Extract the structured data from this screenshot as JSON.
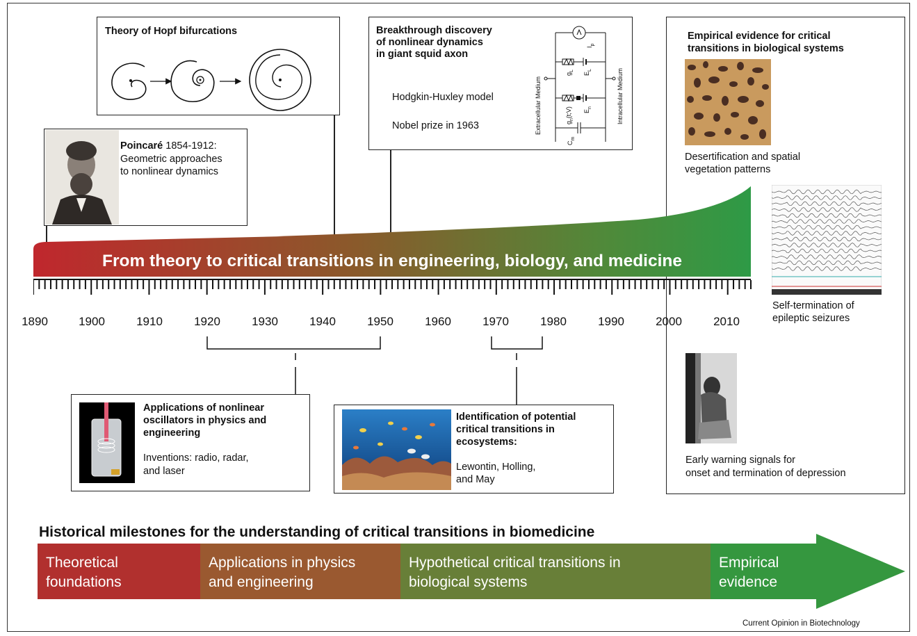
{
  "hopf": {
    "title": "Theory of Hopf bifurcations"
  },
  "poincare": {
    "name": "Poincaré",
    "years": " 1854-1912:",
    "desc": [
      "Geometric approaches",
      "to nonlinear dynamics"
    ]
  },
  "squid": {
    "title": [
      "Breakthrough discovery",
      "of nonlinear dynamics",
      "in giant squid axon"
    ],
    "model": "Hodgkin-Huxley model",
    "prize": "Nobel prize in 1963",
    "circuit": {
      "extra": "Extracellular Medium",
      "intra": "Intracellular Medium",
      "i": "I",
      "i_sub": "p",
      "gl": "g",
      "gl_sub": "L",
      "el": "E",
      "el_sub": "L",
      "gn": "g",
      "gn_sub": "n",
      "gn_arg": "(t;V)",
      "en": "E",
      "en_sub": "n",
      "cm": "C",
      "cm_sub": "m"
    }
  },
  "empirical": {
    "title": [
      "Empirical evidence for critical",
      "transitions in biological systems"
    ],
    "desert": [
      "Desertification and spatial",
      "vegetation patterns"
    ],
    "seizure": [
      "Self-termination of",
      "epileptic seizures"
    ],
    "depression": [
      "Early warning signals for",
      "onset and termination of depression"
    ]
  },
  "banner": {
    "text": "From theory to critical transitions in engineering, biology, and medicine",
    "colors": [
      "#c0272d",
      "#8a5a2b",
      "#3d8c3e",
      "#2e9a46"
    ]
  },
  "timeline": {
    "years": [
      "1890",
      "1900",
      "1910",
      "1920",
      "1930",
      "1940",
      "1950",
      "1960",
      "1970",
      "1980",
      "1990",
      "2000",
      "2010"
    ]
  },
  "oscillators": {
    "title": [
      "Applications of nonlinear",
      "oscillators in physics and",
      "engineering"
    ],
    "desc": [
      "Inventions: radio, radar,",
      "and laser"
    ]
  },
  "ecosystems": {
    "title": [
      "Identification of potential",
      "critical transitions in",
      "ecosystems:"
    ],
    "desc": [
      "Lewontin, Holling,",
      "and May"
    ]
  },
  "milestones": {
    "heading": "Historical milestones for the understanding of critical transitions in biomedicine",
    "segments": [
      {
        "lines": [
          "Theoretical",
          "foundations"
        ],
        "color": "#b1302e"
      },
      {
        "lines": [
          "Applications in physics",
          "and engineering"
        ],
        "color": "#9a5930"
      },
      {
        "lines": [
          "Hypothetical critical transitions in",
          "biological systems"
        ],
        "color": "#687f38"
      },
      {
        "lines": [
          "Empirical",
          "evidence"
        ],
        "color": "#35973f"
      }
    ]
  },
  "footer": {
    "credit": "Current Opinion in Biotechnology"
  }
}
